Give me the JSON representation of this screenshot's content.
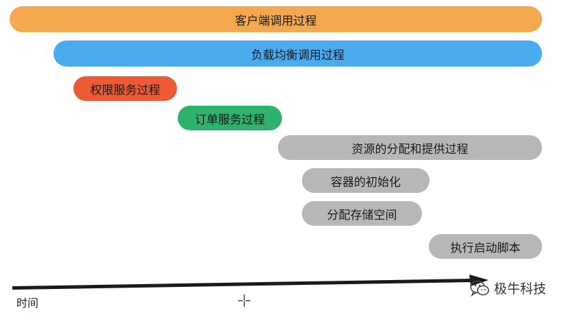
{
  "bars": {
    "client": {
      "label": "客户端调用过程",
      "color": "#F5A94F"
    },
    "lb": {
      "label": "负载均衡调用过程",
      "color": "#4AABEE"
    },
    "auth": {
      "label": "权限服务过程",
      "color": "#EE5A35"
    },
    "order": {
      "label": "订单服务过程",
      "color": "#2DB36C"
    },
    "resource": {
      "label": "资源的分配和提供过程",
      "color": "#B7B7B7"
    },
    "container": {
      "label": "容器的初始化",
      "color": "#B7B7B7"
    },
    "storage": {
      "label": "分配存储空间",
      "color": "#B7B7B7"
    },
    "script": {
      "label": "执行启动脚本",
      "color": "#B7B7B7"
    }
  },
  "axis": {
    "label": "时间"
  },
  "watermark": {
    "text": "极牛科技",
    "icon": "wechat-icon"
  },
  "icons": {
    "cursor": "crosshair-cursor-icon"
  }
}
